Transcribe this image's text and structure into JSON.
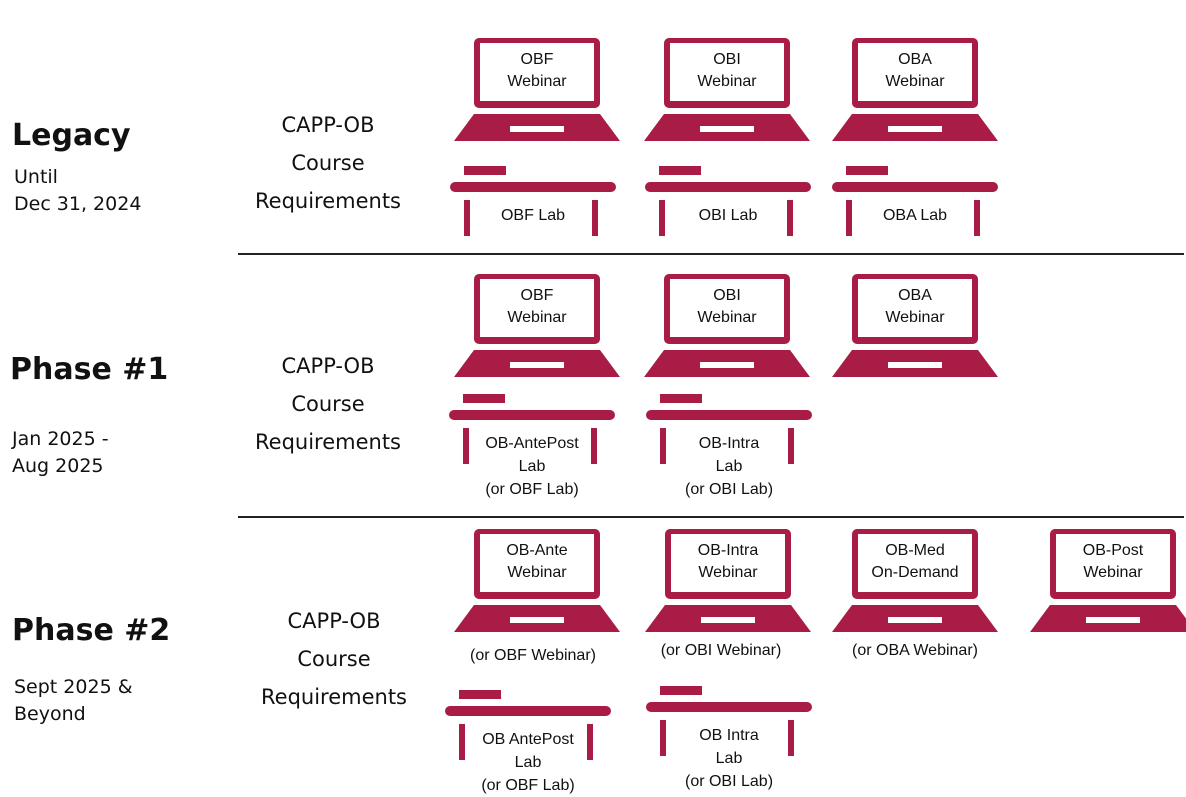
{
  "colors": {
    "maroon": "#a81c46",
    "text": "#111111",
    "divider": "#222222"
  },
  "icons": {
    "webinar": "laptop-icon",
    "lab": "desk-icon"
  },
  "rows": [
    {
      "title": "Legacy",
      "dates": "Until\nDec 31, 2024",
      "requirements": "CAPP-OB\nCourse\nRequirements",
      "webinars": [
        {
          "label": "OBF\nWebinar",
          "alt": ""
        },
        {
          "label": "OBI\nWebinar",
          "alt": ""
        },
        {
          "label": "OBA\nWebinar",
          "alt": ""
        }
      ],
      "labs": [
        {
          "label": "OBF Lab"
        },
        {
          "label": "OBI Lab"
        },
        {
          "label": "OBA Lab"
        }
      ]
    },
    {
      "title": "Phase #1",
      "dates": "Jan 2025 -\nAug 2025",
      "requirements": "CAPP-OB\nCourse\nRequirements",
      "webinars": [
        {
          "label": "OBF\nWebinar",
          "alt": ""
        },
        {
          "label": "OBI\nWebinar",
          "alt": ""
        },
        {
          "label": "OBA\nWebinar",
          "alt": ""
        }
      ],
      "labs": [
        {
          "label": "OB-AntePost\nLab\n(or OBF Lab)"
        },
        {
          "label": "OB-Intra\nLab\n(or OBI Lab)"
        }
      ]
    },
    {
      "title": "Phase #2",
      "dates": "Sept 2025 &\nBeyond",
      "requirements": "CAPP-OB\nCourse\nRequirements",
      "webinars": [
        {
          "label": "OB-Ante\nWebinar",
          "alt": "(or OBF Webinar)"
        },
        {
          "label": "OB-Intra\nWebinar",
          "alt": "(or OBI Webinar)"
        },
        {
          "label": "OB-Med\nOn-Demand",
          "alt": "(or OBA Webinar)"
        },
        {
          "label": "OB-Post\nWebinar",
          "alt": ""
        }
      ],
      "labs": [
        {
          "label": "OB AntePost\nLab\n(or OBF Lab)"
        },
        {
          "label": "OB Intra\nLab\n(or OBI Lab)"
        }
      ]
    }
  ]
}
